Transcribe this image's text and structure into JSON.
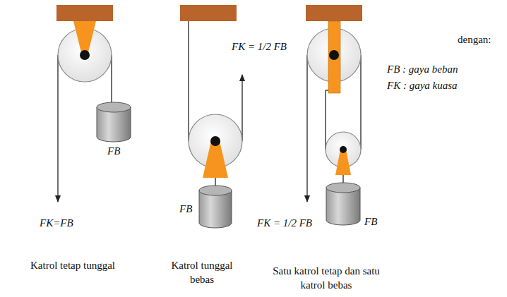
{
  "diagram": {
    "labels": [
      "FB",
      "FK=FB",
      "Katrol tetap tunggal",
      "FK = 1/2 FB",
      "FB",
      "Katrol tunggal bebas",
      "FK = 1/2 FB",
      "FB",
      "Satu katrol tetap dan satu katrol bebas",
      "dengan:",
      "FB : gaya beban",
      "FK : gaya kuasa"
    ]
  }
}
